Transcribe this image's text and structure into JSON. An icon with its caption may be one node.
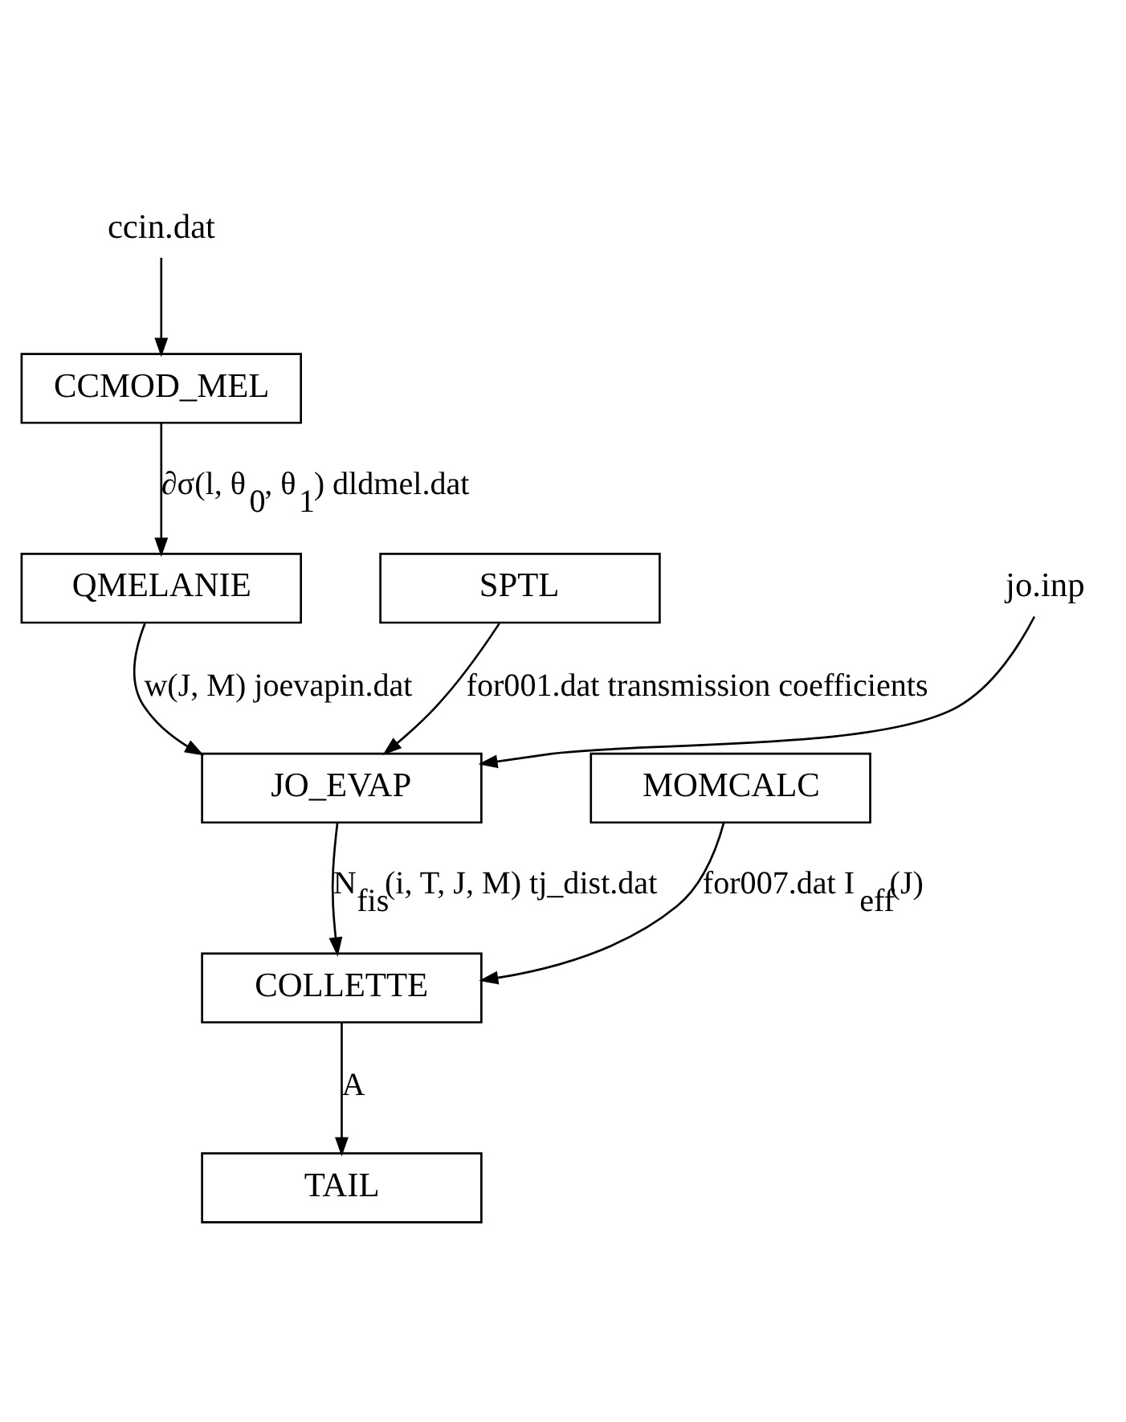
{
  "diagram": {
    "nodes": [
      {
        "text": [
          "ccin.dat"
        ]
      },
      {
        "text": [
          "CCMOD_MEL"
        ]
      },
      {
        "text": [
          "QMELANIE"
        ]
      },
      {
        "text": [
          "SPTL"
        ]
      },
      {
        "text": [
          "jo.inp"
        ]
      },
      {
        "text": [
          "JO_EVAP"
        ]
      },
      {
        "text": [
          "MOMCALC"
        ]
      },
      {
        "text": [
          "COLLETTE"
        ]
      },
      {
        "text": [
          "TAIL"
        ]
      }
    ],
    "edges": [
      {
        "from": 0,
        "to": 1,
        "arrow": "to"
      },
      {
        "from": 1,
        "to": 2,
        "arrow": "to",
        "label": "∂σ(l, θ$_{0}$, θ$_{1}$) dldmel.dat"
      },
      {
        "from": 2,
        "to": 5,
        "arrow": "to",
        "label": "w(J, M) joevapin.dat"
      },
      {
        "from": 3,
        "to": 5,
        "arrow": "to",
        "label": "for001.dat transmission coefficients"
      },
      {
        "from": 4,
        "to": 5,
        "arrow": "to"
      },
      {
        "from": 5,
        "to": 7,
        "arrow": "to",
        "label": "N$_{fis}$(i, T, J, M) tj_dist.dat"
      },
      {
        "from": 6,
        "to": 7,
        "arrow": "to",
        "label": "for007.dat I$_{eff}$(J)"
      },
      {
        "from": 7,
        "to": 8,
        "arrow": "to",
        "label": "A"
      }
    ]
  }
}
